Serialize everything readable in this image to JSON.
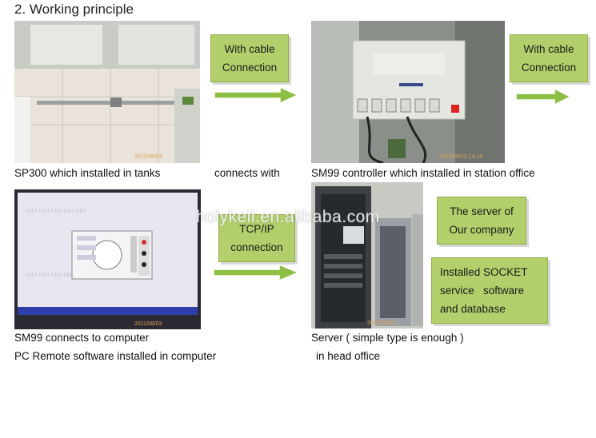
{
  "title": "2.  Working principle",
  "boxes": {
    "cable1": {
      "line1": "With cable",
      "line2": "Connection"
    },
    "cable2": {
      "line1": "With cable",
      "line2": "Connection"
    },
    "tcpip": {
      "line1": "TCP/IP",
      "line2": "connection"
    },
    "server": {
      "line1": "The server of",
      "line2": "Our company"
    },
    "socket": {
      "line1": "Installed SOCKET",
      "line2": "service   software",
      "line3": "and database"
    }
  },
  "captions": {
    "sp300": "SP300 which installed in tanks",
    "connects": "connects with",
    "sm99_controller": "SM99 controller which installed in station office",
    "sm99_computer": "SM99 connects to computer",
    "pc_remote": "PC Remote software installed in computer",
    "server": "Server ( simple type is enough )",
    "head_office": "in head office"
  },
  "watermark": "holykell.en.alibaba.com",
  "colors": {
    "box_green": "#b3cf6b",
    "arrow_green": "#8dbf45"
  }
}
